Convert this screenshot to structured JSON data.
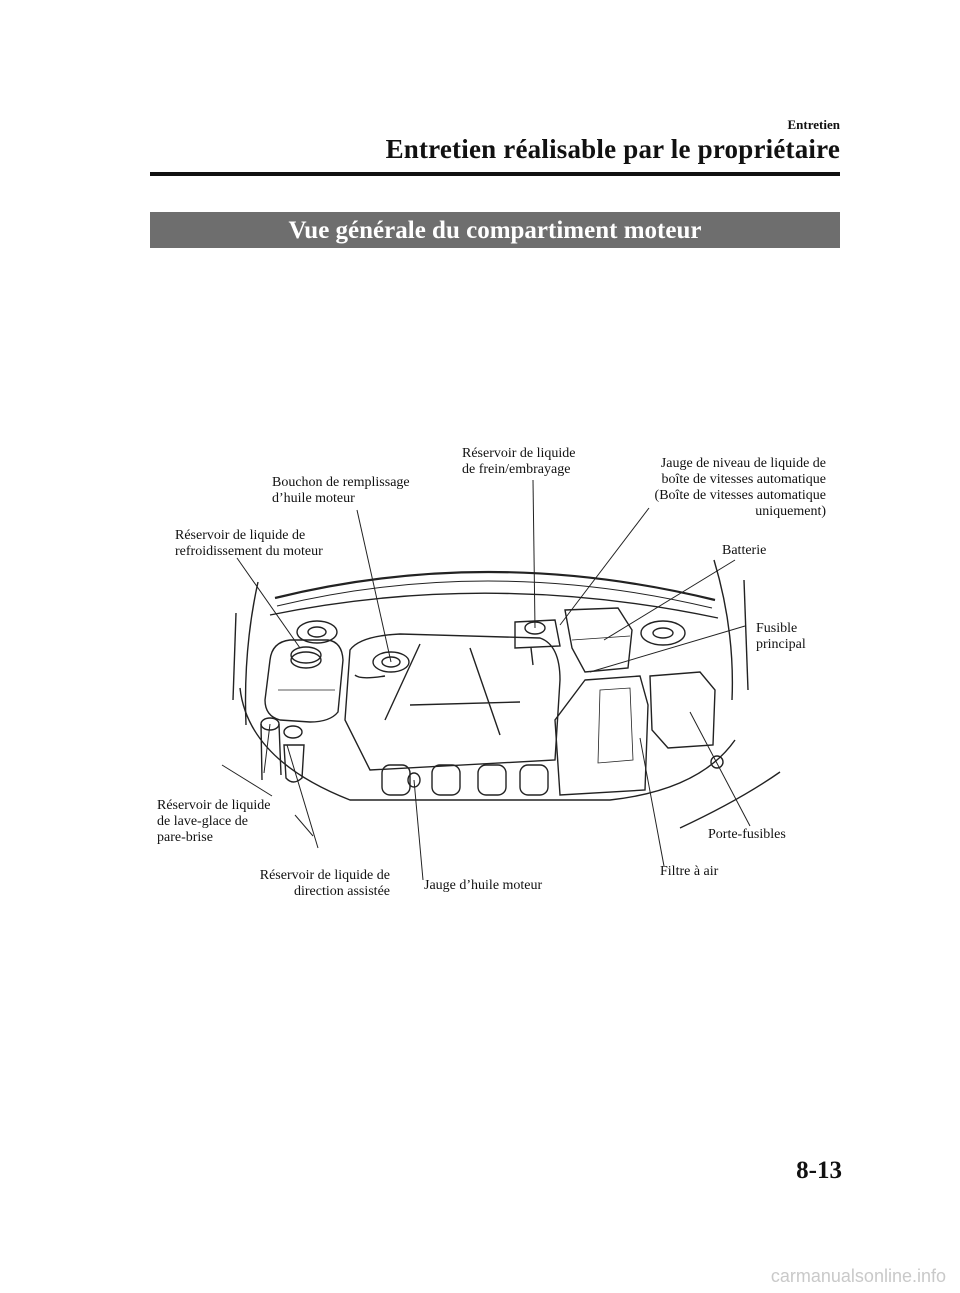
{
  "header": {
    "chapter": "Entretien",
    "title": "Entretien réalisable par le propriétaire"
  },
  "section": {
    "banner": "Vue générale du compartiment moteur"
  },
  "labels": {
    "brake_reservoir": "Réservoir de liquide\nde frein/embrayage",
    "atf_dipstick": "Jauge de niveau de liquide de\nboîte de vitesses automatique\n(Boîte de vitesses automatique\nuniquement)",
    "oil_filler_cap": "Bouchon de remplissage\nd’huile moteur",
    "coolant_reservoir": "Réservoir de liquide de\nrefroidissement du moteur",
    "battery": "Batterie",
    "main_fuse": "Fusible\nprincipal",
    "washer_reservoir": "Réservoir de liquide\nde lave-glace de\npare-brise",
    "fuse_block": "Porte-fusibles",
    "power_steering_reservoir": "Réservoir de liquide de\ndirection assistée",
    "engine_oil_dipstick": "Jauge d’huile moteur",
    "air_filter": "Filtre à air"
  },
  "footer": {
    "page_number": "8-13",
    "watermark": "carmanualsonline.info"
  }
}
